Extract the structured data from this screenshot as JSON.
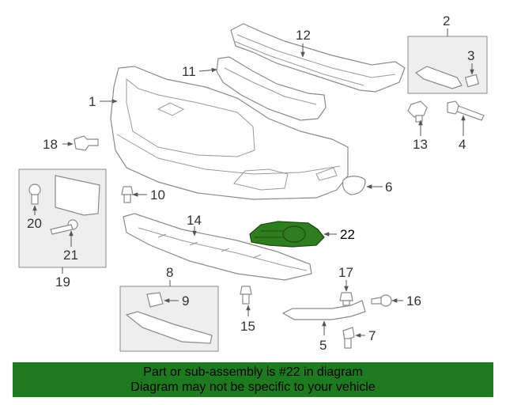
{
  "callouts": {
    "c1": "1",
    "c2": "2",
    "c3": "3",
    "c4": "4",
    "c5": "5",
    "c6": "6",
    "c7": "7",
    "c8": "8",
    "c9": "9",
    "c10": "10",
    "c11": "11",
    "c12": "12",
    "c13": "13",
    "c14": "14",
    "c15": "15",
    "c16": "16",
    "c17": "17",
    "c18": "18",
    "c19": "19",
    "c20": "20",
    "c21": "21",
    "c22": "22"
  },
  "highlight_color": "#2e7d1e",
  "banner": {
    "line1": "Part or sub-assembly is #22 in diagram",
    "line2": "Diagram may not be specific to your vehicle",
    "color": "#1e7a1e"
  }
}
